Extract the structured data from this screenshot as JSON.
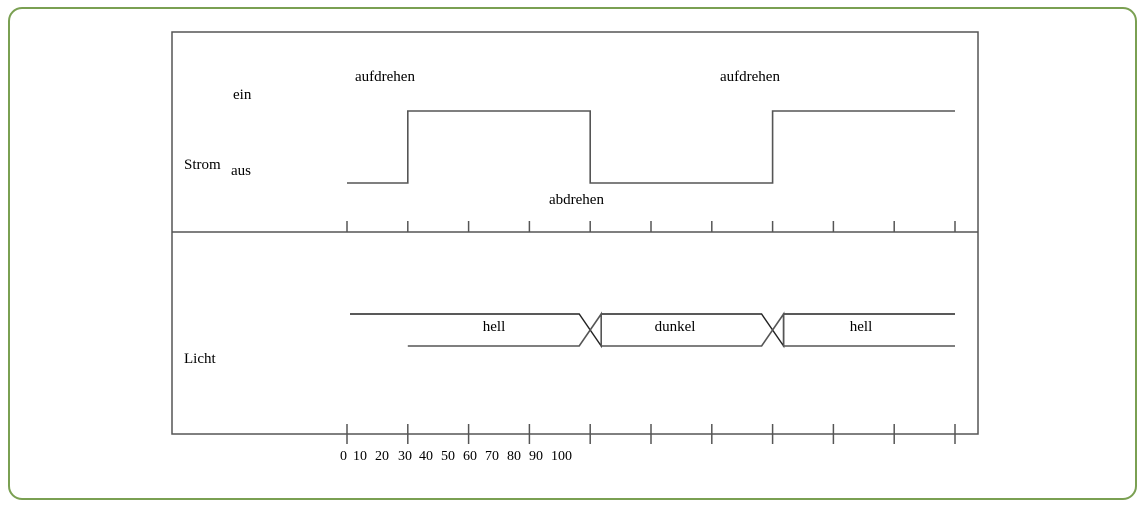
{
  "colors": {
    "border": "#7aa052",
    "line": "#555555",
    "dark_line": "#222222"
  },
  "strom": {
    "row_label": "Strom",
    "level_high": "ein",
    "level_low": "aus",
    "events": [
      {
        "label": "aufdrehen",
        "t": 30
      },
      {
        "label": "abdrehen",
        "t": 120
      },
      {
        "label": "aufdrehen",
        "t": 210
      }
    ],
    "segments": [
      {
        "from": 0,
        "to": 30,
        "state": "aus"
      },
      {
        "from": 30,
        "to": 120,
        "state": "ein"
      },
      {
        "from": 120,
        "to": 210,
        "state": "aus"
      },
      {
        "from": 210,
        "to": 300,
        "state": "ein"
      }
    ]
  },
  "licht": {
    "row_label": "Licht",
    "phases": [
      {
        "label": "hell",
        "from": 0,
        "to": 120
      },
      {
        "label": "dunkel",
        "from": 120,
        "to": 210
      },
      {
        "label": "hell",
        "from": 210,
        "to": 300
      }
    ]
  },
  "axis": {
    "tick_labels": [
      "0",
      "10",
      "20",
      "30",
      "40",
      "50",
      "60",
      "70",
      "80",
      "90",
      "100"
    ],
    "num_ticks": 11
  }
}
